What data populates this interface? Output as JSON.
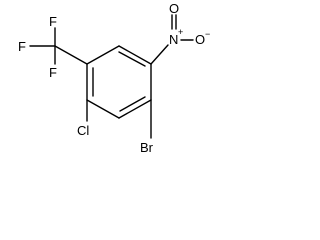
{
  "molecule": {
    "atoms": {
      "nitro_n": "N",
      "nitro_n_charge": "+",
      "nitro_o_top": "O",
      "nitro_o_right": "O",
      "nitro_o_right_charge": "−",
      "fluorine_top": "F",
      "fluorine_left": "F",
      "fluorine_bottom": "F",
      "chlorine": "Cl",
      "bromine": "Br"
    },
    "colors": {
      "bond": "#000000",
      "label": "#000000",
      "background": "#ffffff"
    }
  }
}
